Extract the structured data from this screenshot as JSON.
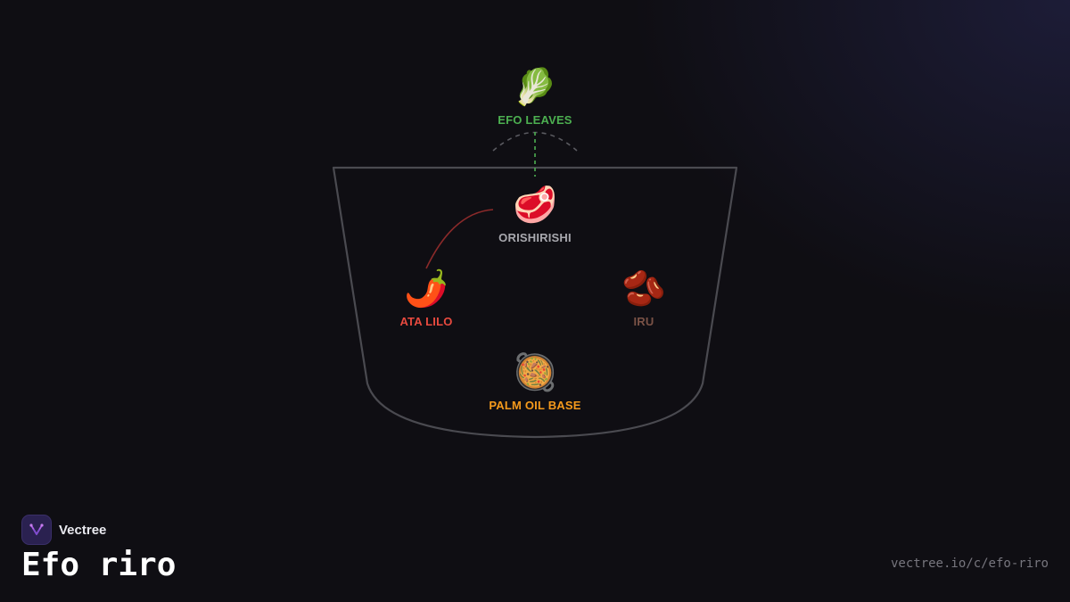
{
  "brand": {
    "name": "Vectree",
    "logo_icon": "vectree-logo-icon"
  },
  "page": {
    "title": "Efo riro",
    "url": "vectree.io/c/efo-riro"
  },
  "diagram": {
    "container_icon": "pot-icon",
    "nodes": [
      {
        "id": "efo-leaves",
        "label": "EFO LEAVES",
        "emoji": "🥬",
        "icon": "leafy-greens-icon",
        "color": "#4caf50"
      },
      {
        "id": "orishirishi",
        "label": "ORISHIRISHI",
        "emoji": "🥩",
        "icon": "meat-icon",
        "color": "#a8a8ae"
      },
      {
        "id": "ata-lilo",
        "label": "ATA LILO",
        "emoji": "🌶️",
        "icon": "chili-pepper-icon",
        "color": "#e84a3f"
      },
      {
        "id": "iru",
        "label": "IRU",
        "emoji": "🫘",
        "icon": "beans-icon",
        "color": "#7a5246"
      },
      {
        "id": "palm-oil-base",
        "label": "PALM OIL BASE",
        "emoji": "🥘",
        "icon": "pan-icon",
        "color": "#f59a1c"
      }
    ],
    "connections": [
      {
        "from": "efo-leaves",
        "to": "orishirishi",
        "style": "dashed",
        "color": "#4caf50"
      },
      {
        "from": "ata-lilo",
        "to": "orishirishi",
        "style": "solid",
        "color": "#8b2a2a"
      }
    ]
  }
}
